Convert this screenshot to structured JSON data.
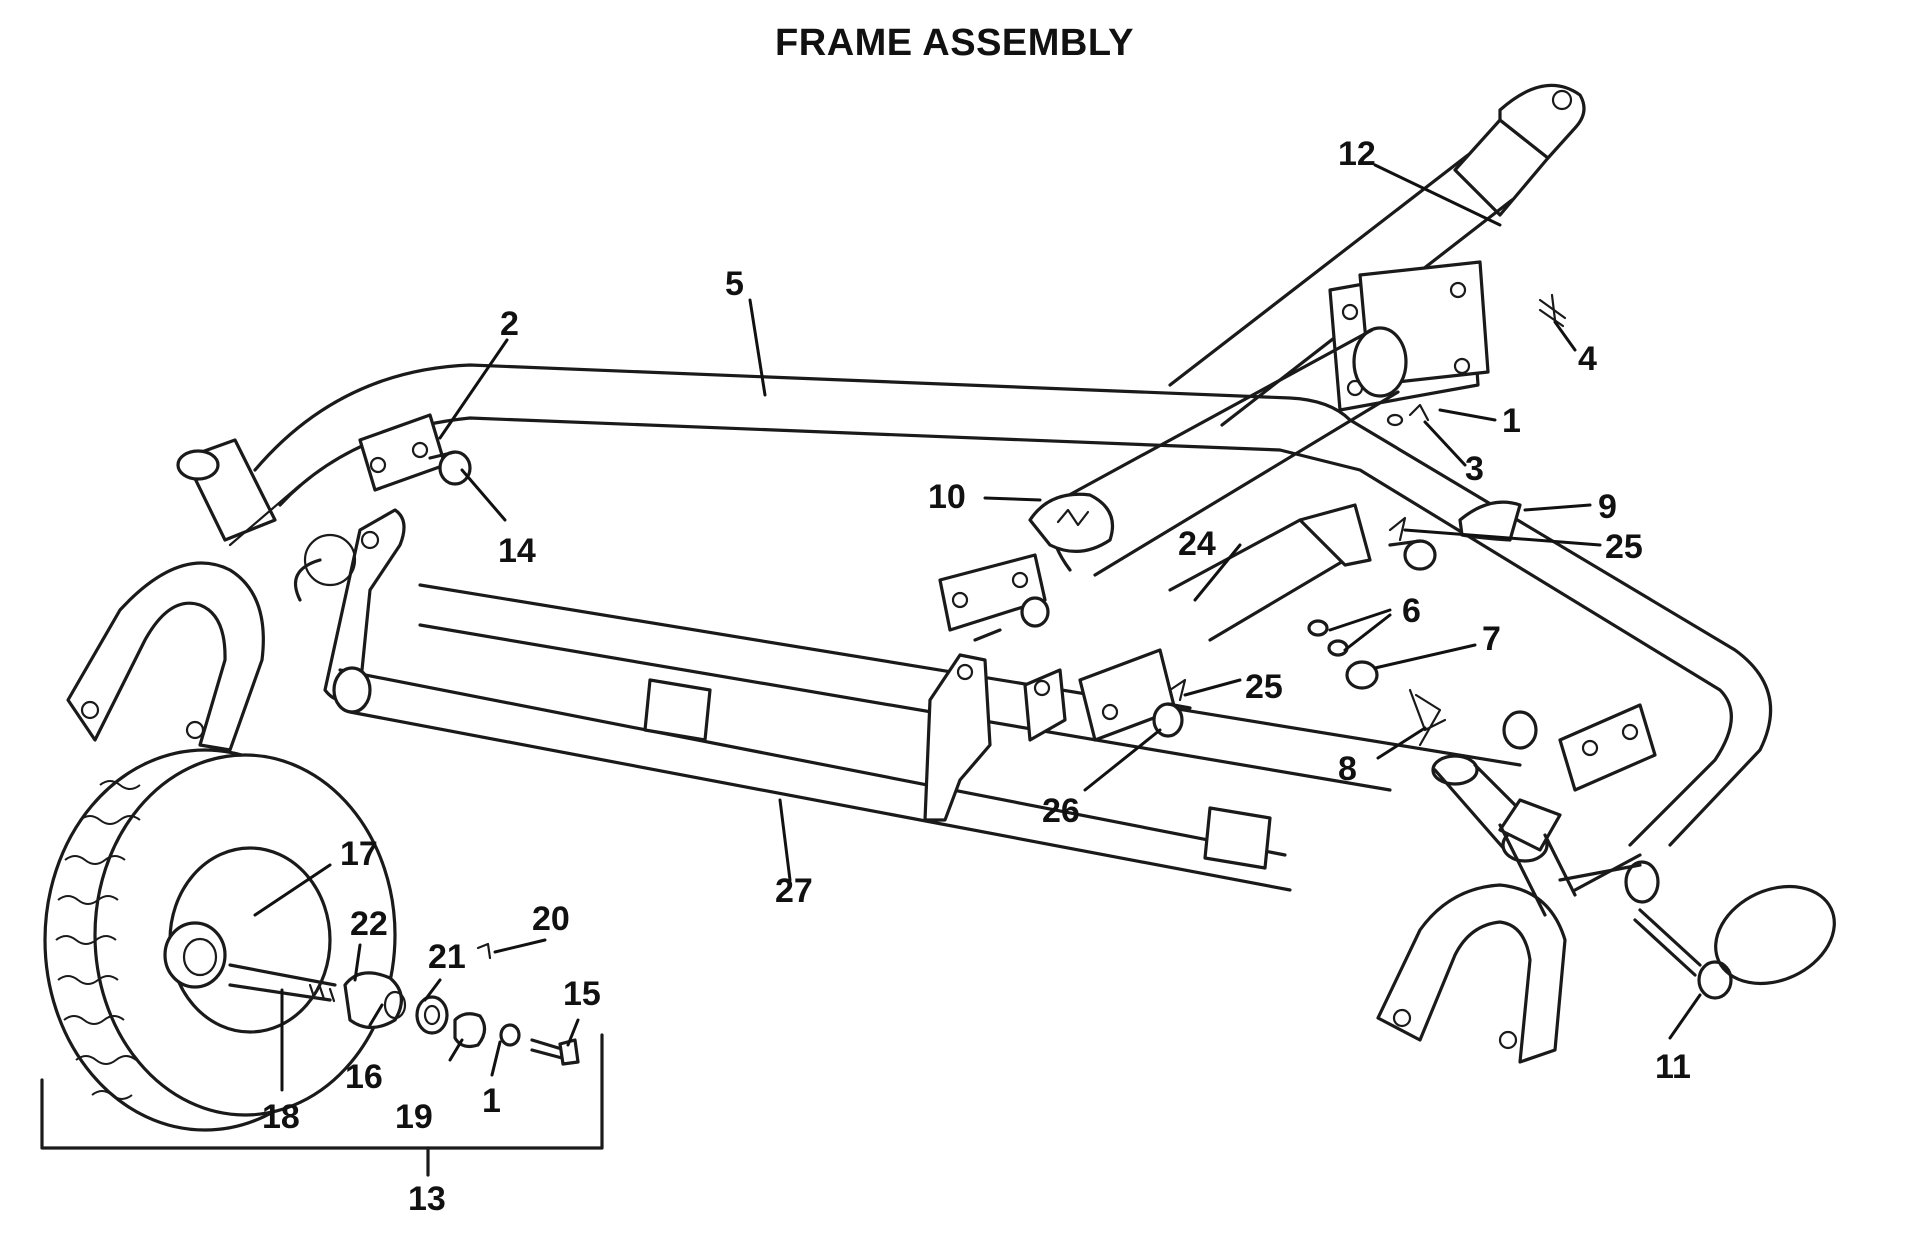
{
  "title": "FRAME ASSEMBLY",
  "callouts": [
    {
      "id": "c12",
      "label": "12"
    },
    {
      "id": "c5",
      "label": "5"
    },
    {
      "id": "c2",
      "label": "2"
    },
    {
      "id": "c4",
      "label": "4"
    },
    {
      "id": "c1a",
      "label": "1"
    },
    {
      "id": "c3",
      "label": "3"
    },
    {
      "id": "c10",
      "label": "10"
    },
    {
      "id": "c14",
      "label": "14"
    },
    {
      "id": "c9",
      "label": "9"
    },
    {
      "id": "c24",
      "label": "24"
    },
    {
      "id": "c25a",
      "label": "25"
    },
    {
      "id": "c6",
      "label": "6"
    },
    {
      "id": "c7",
      "label": "7"
    },
    {
      "id": "c25b",
      "label": "25"
    },
    {
      "id": "c8",
      "label": "8"
    },
    {
      "id": "c26",
      "label": "26"
    },
    {
      "id": "c27",
      "label": "27"
    },
    {
      "id": "c17",
      "label": "17"
    },
    {
      "id": "c22",
      "label": "22"
    },
    {
      "id": "c21",
      "label": "21"
    },
    {
      "id": "c20",
      "label": "20"
    },
    {
      "id": "c15",
      "label": "15"
    },
    {
      "id": "c16",
      "label": "16"
    },
    {
      "id": "c18",
      "label": "18"
    },
    {
      "id": "c19",
      "label": "19"
    },
    {
      "id": "c1b",
      "label": "1"
    },
    {
      "id": "c13",
      "label": "13"
    },
    {
      "id": "c11",
      "label": "11"
    }
  ]
}
